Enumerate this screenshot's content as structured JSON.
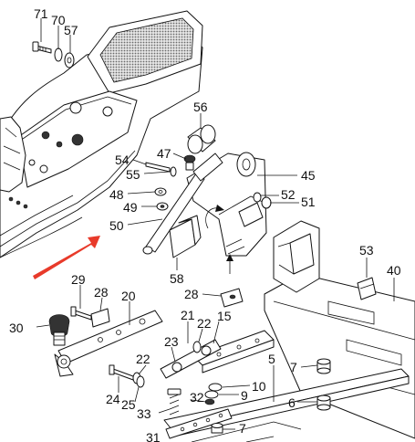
{
  "diagram": {
    "callouts": [
      "71",
      "70",
      "57",
      "56",
      "47",
      "54",
      "55",
      "48",
      "49",
      "50",
      "45",
      "52",
      "51",
      "53",
      "40",
      "58",
      "28",
      "29",
      "28",
      "20",
      "30",
      "21",
      "22",
      "15",
      "23",
      "22",
      "5",
      "7",
      "24",
      "25",
      "10",
      "32",
      "9",
      "33",
      "6",
      "7",
      "31"
    ],
    "colors": {
      "line": "#111111",
      "background": "#ffffff",
      "seat_pad": "#8a8a8a",
      "arrow": "#e83a2a"
    }
  }
}
